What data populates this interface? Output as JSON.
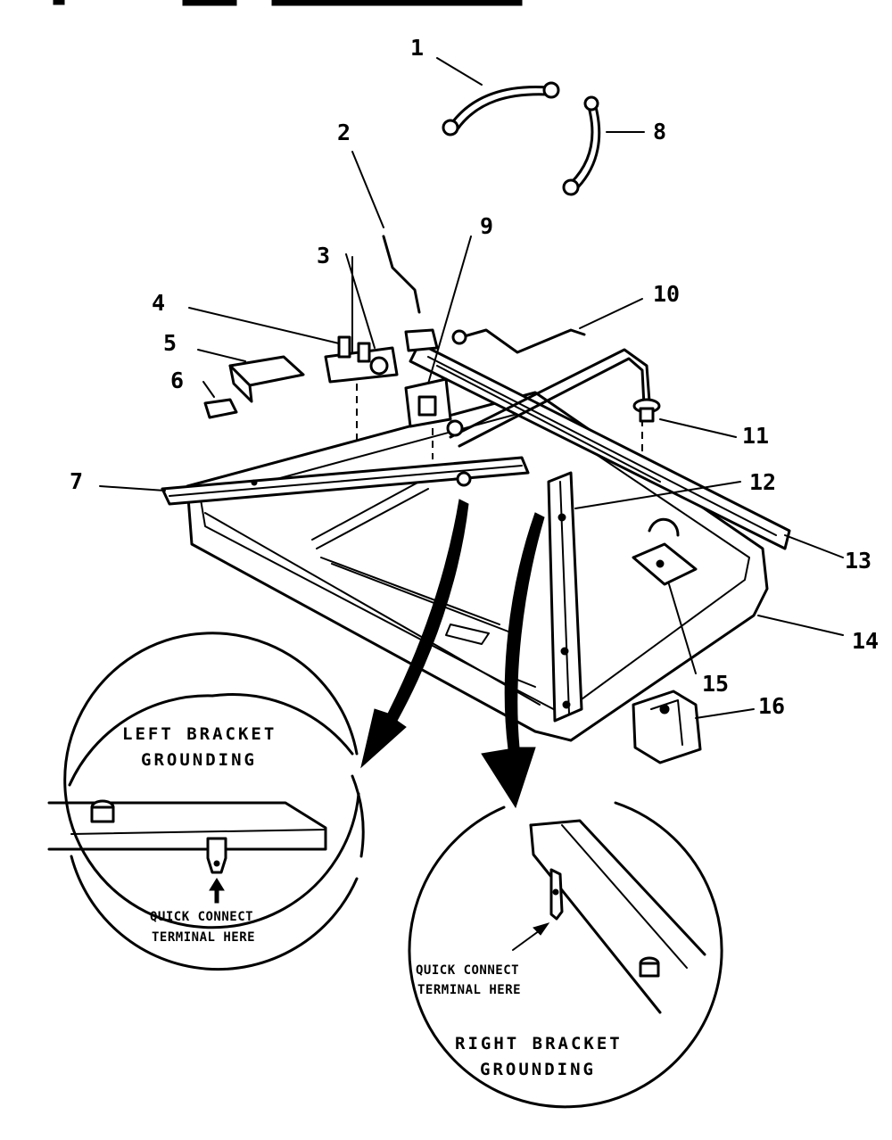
{
  "callouts": {
    "c1": "1",
    "c2": "2",
    "c3": "3",
    "c4": "4",
    "c5": "5",
    "c6": "6",
    "c7": "7",
    "c8": "8",
    "c9": "9",
    "c10": "10",
    "c11": "11",
    "c12": "12",
    "c13": "13",
    "c14": "14",
    "c15": "15",
    "c16": "16"
  },
  "left_detail": {
    "title_line1": "LEFT BRACKET",
    "title_line2": "GROUNDING",
    "note_line1": "QUICK CONNECT",
    "note_line2": "TERMINAL HERE"
  },
  "right_detail": {
    "title_line1": "RIGHT BRACKET",
    "title_line2": "GROUNDING",
    "note_line1": "QUICK CONNECT",
    "note_line2": "TERMINAL HERE"
  }
}
